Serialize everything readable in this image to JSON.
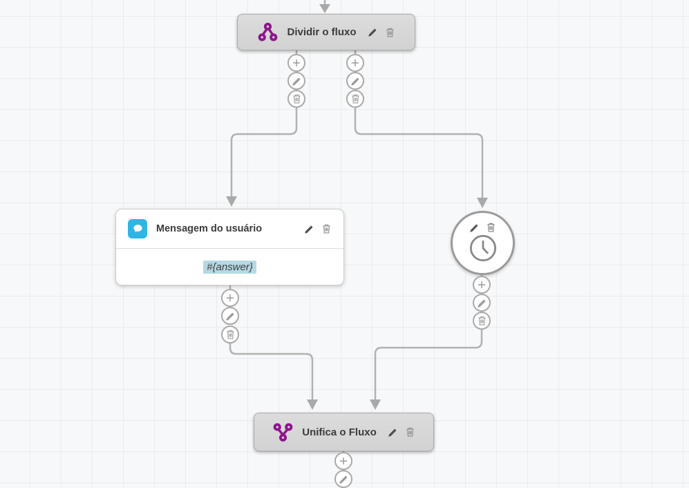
{
  "canvas": {
    "background_color": "#f7f8f9",
    "grid_line_color": "#e8ebf1",
    "edge_color": "#b1b1b1"
  },
  "nodes": {
    "split": {
      "title": "Dividir o fluxo",
      "icon": "split-flow-icon",
      "accent_color": "#8d158d",
      "actions": [
        "edit",
        "delete"
      ]
    },
    "user_message": {
      "title": "Mensagem do usuário",
      "body_variable": "#{answer}",
      "icon": "chat-bubble-icon",
      "accent_color": "#2fb5e3",
      "highlight_color": "#b5d9e5",
      "actions": [
        "edit",
        "delete"
      ]
    },
    "wait": {
      "icon": "clock-icon",
      "actions": [
        "edit",
        "delete"
      ]
    },
    "merge": {
      "title": "Unifica o Fluxo",
      "icon": "merge-flow-icon",
      "accent_color": "#8d158d",
      "actions": [
        "edit",
        "delete"
      ]
    }
  },
  "port_buttons": {
    "add_icon": "plus-icon",
    "edit_icon": "pencil-icon",
    "delete_icon": "trash-icon"
  }
}
